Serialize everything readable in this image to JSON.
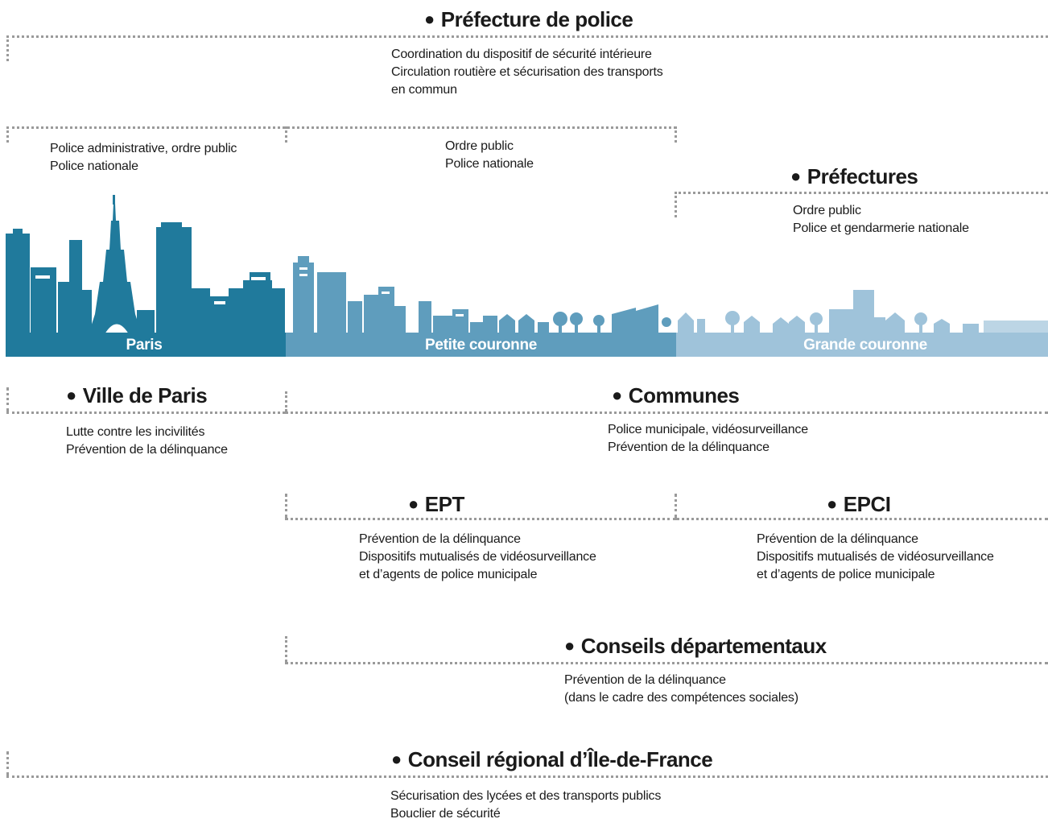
{
  "prefecture_police": {
    "title": "Préfecture de police",
    "lines": [
      "Coordination du dispositif de sécurité intérieure",
      "Circulation routière et sécurisation des transports",
      "en commun"
    ]
  },
  "paris_police": {
    "lines": [
      "Police administrative, ordre public",
      "Police nationale"
    ]
  },
  "petite_police": {
    "lines": [
      "Ordre public",
      "Police nationale"
    ]
  },
  "prefectures": {
    "title": "Préfectures",
    "lines": [
      "Ordre public",
      "Police et gendarmerie nationale"
    ]
  },
  "zones": {
    "paris": {
      "label": "Paris",
      "color": "#207a9c"
    },
    "petite": {
      "label": "Petite couronne",
      "color": "#5f9dbd"
    },
    "grande": {
      "label": "Grande couronne",
      "color": "#9fc3da"
    }
  },
  "ville_de_paris": {
    "title": "Ville de Paris",
    "lines": [
      "Lutte contre les incivilités",
      "Prévention de la délinquance"
    ]
  },
  "communes": {
    "title": "Communes",
    "lines": [
      "Police municipale, vidéosurveillance",
      "Prévention de la délinquance"
    ]
  },
  "ept": {
    "title": "EPT",
    "lines": [
      "Prévention de la délinquance",
      "Dispositifs mutualisés de vidéosurveillance",
      "et d’agents de police municipale"
    ]
  },
  "epci": {
    "title": "EPCI",
    "lines": [
      "Prévention de la délinquance",
      "Dispositifs mutualisés de vidéosurveillance",
      "et d’agents de police municipale"
    ]
  },
  "conseils_departementaux": {
    "title": "Conseils départementaux",
    "lines": [
      "Prévention de la délinquance",
      "(dans le cadre des compétences sociales)"
    ]
  },
  "conseil_regional": {
    "title": "Conseil régional d’Île-de-France",
    "lines": [
      "Sécurisation des lycées et des transports publics",
      "Bouclier de sécurité"
    ]
  }
}
